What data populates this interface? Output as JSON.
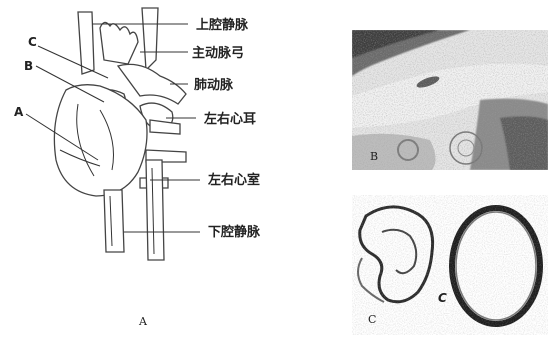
{
  "figure": {
    "panel_a": {
      "caption": "A",
      "pointer_labels": [
        "C",
        "B",
        "A"
      ],
      "structures": [
        "上腔静脉",
        "主动脉弓",
        "肺动脉",
        "左右心耳",
        "左右心室",
        "下腔静脉"
      ]
    },
    "panel_b": {
      "caption": "B"
    },
    "panel_c": {
      "caption": "C",
      "inner_label": "C"
    }
  }
}
